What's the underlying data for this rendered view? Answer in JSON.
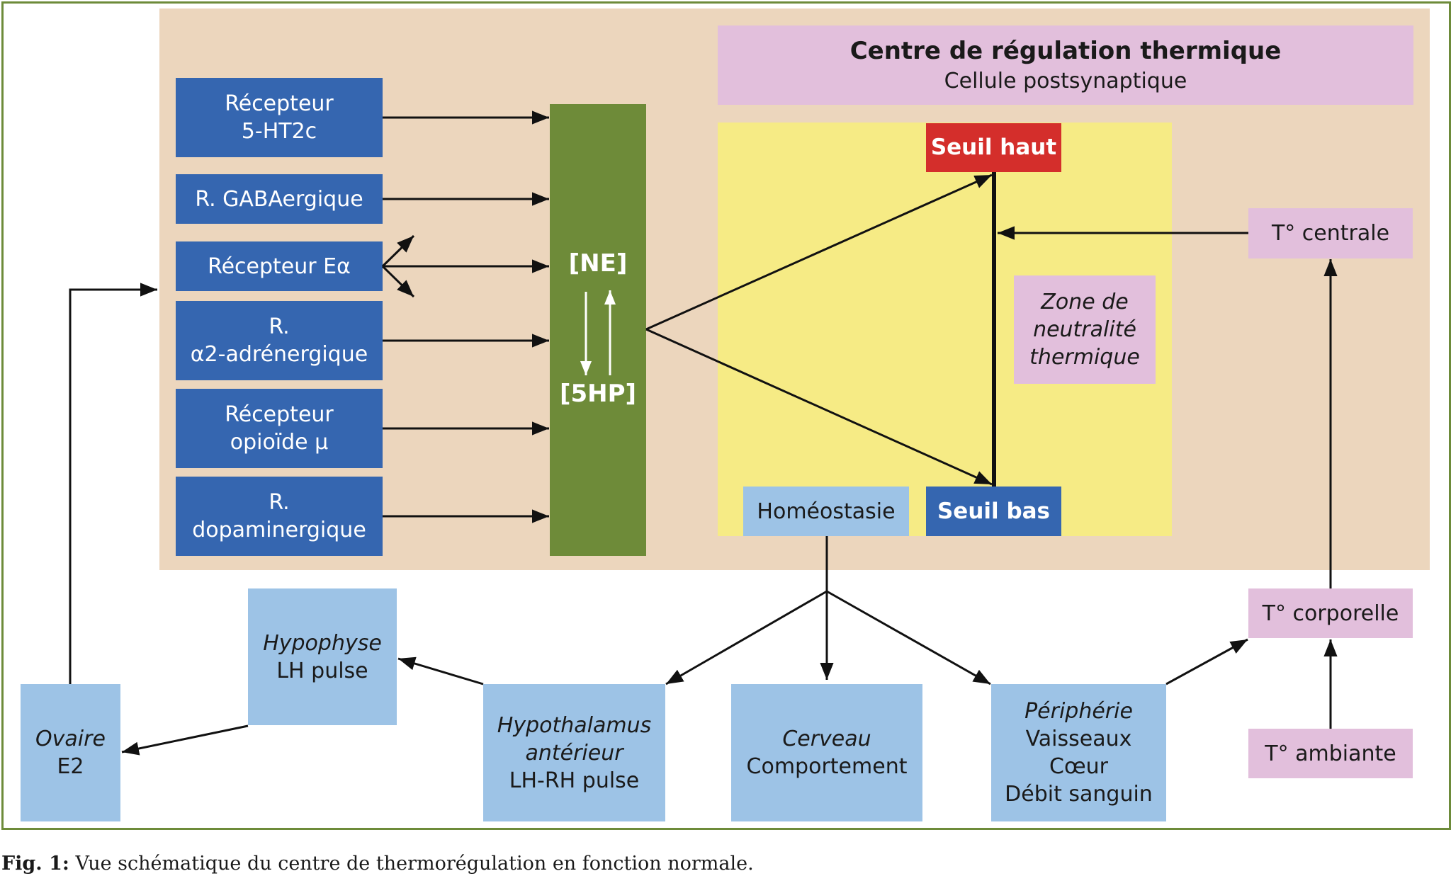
{
  "header": {
    "title": "Centre de régulation thermique",
    "subtitle": "Cellule postsynaptique"
  },
  "receptors": [
    {
      "lines": [
        "Récepteur",
        "5-HT2c"
      ]
    },
    {
      "lines": [
        "R. GABAergique"
      ]
    },
    {
      "lines": [
        "Récepteur Eα"
      ]
    },
    {
      "lines": [
        "R.",
        "α2-adrénergique"
      ]
    },
    {
      "lines": [
        "Récepteur",
        "opioïde μ"
      ]
    },
    {
      "lines": [
        "R.",
        "dopaminergique"
      ]
    }
  ],
  "neurotransmitters": {
    "ne": "[NE]",
    "hp": "[5HP]"
  },
  "thresholds": {
    "high": "Seuil haut",
    "low": "Seuil bas",
    "homeostasis": "Homéostasie"
  },
  "neutral_zone": [
    "Zone de",
    "neutralité",
    "thermique"
  ],
  "temperatures": {
    "central": "T° centrale",
    "body": "T° corporelle",
    "ambient": "T° ambiante"
  },
  "effectors": {
    "hypophyse": {
      "title": "Hypophyse",
      "line": "LH pulse"
    },
    "ovaire": {
      "title": "Ovaire",
      "line": "E2"
    },
    "hypothalamus": {
      "title_1": "Hypothalamus",
      "title_2": "antérieur",
      "line": "LH-RH pulse"
    },
    "cerveau": {
      "title": "Cerveau",
      "line": "Comportement"
    },
    "peripherie": {
      "title": "Périphérie",
      "lines": [
        "Vaisseaux",
        "Cœur",
        "Débit sanguin"
      ]
    }
  },
  "caption": {
    "label": "Fig. 1:",
    "text": "Vue schématique du centre de thermorégulation en fonction normale."
  },
  "colors": {
    "dark_blue": "#3566b0",
    "light_blue": "#9dc3e6",
    "pink": "#e2bfdc",
    "green": "#6e8b39",
    "yellow": "#f6eb85",
    "red": "#d42e2b",
    "beige": "#ecd6bd"
  }
}
